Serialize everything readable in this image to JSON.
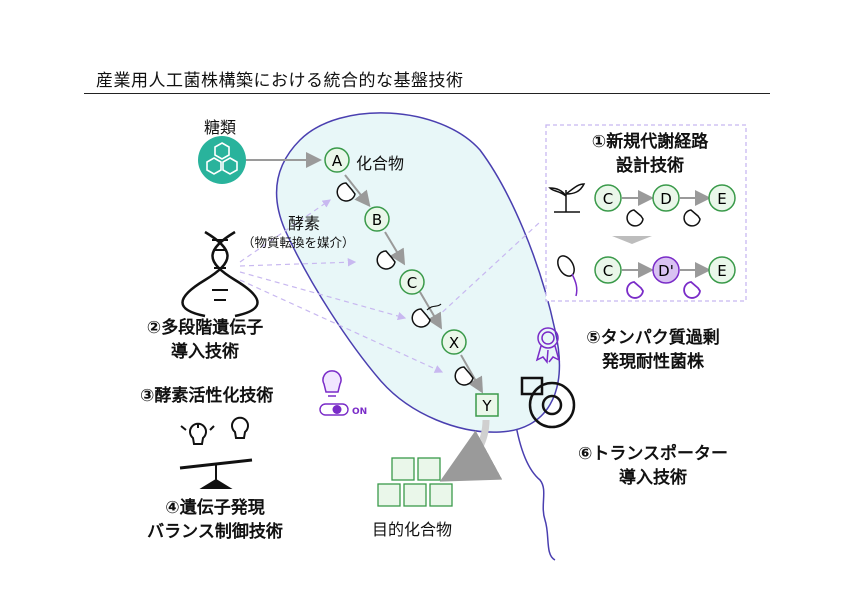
{
  "title": "産業用人工菌株構築における統合的な基盤技術",
  "inputs": {
    "sugar": "糖類"
  },
  "pathway": {
    "nodes": [
      "A",
      "B",
      "C",
      "X",
      "Y"
    ],
    "compound_label": "化合物",
    "enzyme_label": "酵素",
    "enzyme_note": "（物質転換を媒介）"
  },
  "product_label": "目的化合物",
  "techs": {
    "t1": {
      "line1": "①新規代謝経路",
      "line2": "設計技術"
    },
    "t2": {
      "line1": "②多段階遺伝子",
      "line2": "導入技術"
    },
    "t3": {
      "line1": "③酵素活性化技術",
      "switch_text": "ON"
    },
    "t4": {
      "line1": "④遺伝子発現",
      "line2": "バランス制御技術"
    },
    "t5": {
      "line1": "⑤タンパク質過剰",
      "line2": "発現耐性菌株"
    },
    "t6": {
      "line1": "⑥トランスポーター",
      "line2": "導入技術"
    }
  },
  "box_rows": {
    "plant_row": [
      "C",
      "D",
      "E"
    ],
    "bacteria_row": [
      "C",
      "D'",
      "E"
    ]
  },
  "colors": {
    "cell_fill": "#e8f7f8",
    "cell_stroke": "#4a3fb0",
    "node_fill": "#eaf7ea",
    "node_stroke": "#3a9a4a",
    "accent_purple": "#7a2cc8",
    "icon_teal": "#29b39c",
    "dashed_lines": "#c8b8f0"
  }
}
